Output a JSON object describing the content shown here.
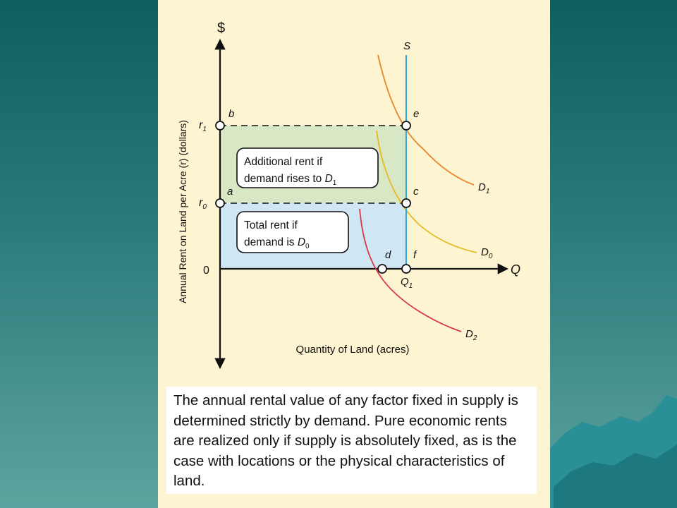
{
  "diagram": {
    "axis": {
      "y_title": "$",
      "y_label": "Annual Rent on Land per Acre (r) (dollars)",
      "x_title": "Q",
      "x_label": "Quantity of Land (acres)",
      "origin": "0"
    },
    "ticks": {
      "r1": {
        "base": "r",
        "sub": "1"
      },
      "r0": {
        "base": "r",
        "sub": "0"
      },
      "q1": {
        "base": "Q",
        "sub": "1"
      }
    },
    "points": {
      "a": "a",
      "b": "b",
      "c": "c",
      "d": "d",
      "e": "e",
      "f": "f"
    },
    "curves": {
      "s": "S",
      "d1": {
        "base": "D",
        "sub": "1"
      },
      "d0": {
        "base": "D",
        "sub": "0"
      },
      "d2": {
        "base": "D",
        "sub": "2"
      }
    },
    "regions": {
      "additional": {
        "line1": "Additional rent if",
        "line2": "demand rises to ",
        "sym_base": "D",
        "sym_sub": "1"
      },
      "total": {
        "line1": "Total rent if",
        "line2": "demand is ",
        "sym_base": "D",
        "sym_sub": "0"
      }
    },
    "colors": {
      "supply": "#3aa8d8",
      "d1": "#e8862a",
      "d0": "#e8b820",
      "d2": "#d83848",
      "additional_fill": "#d9e8c4",
      "total_fill": "#cfe6f5"
    }
  },
  "caption": "The annual rental value of any factor fixed in supply is determined strictly by demand. Pure economic rents are realized only if supply is absolutely fixed, as is the case with locations or the physical characteristics of land."
}
